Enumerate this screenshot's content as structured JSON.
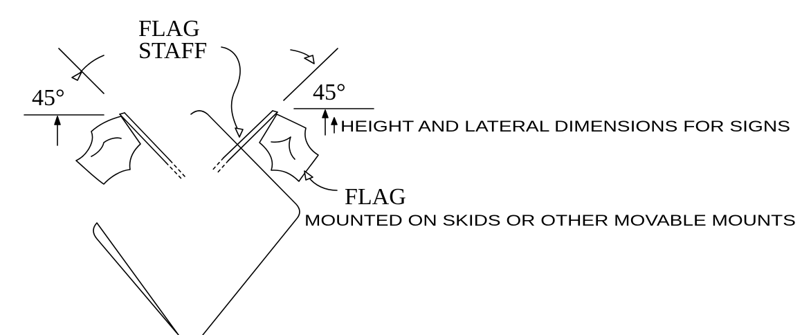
{
  "labels": {
    "flag_staff_line1": "FLAG",
    "flag_staff_line2": "STAFF",
    "angle_left": "45°",
    "angle_right": "45°",
    "flag": "FLAG",
    "note_height": "HEIGHT AND LATERAL DIMENSIONS FOR SIGNS",
    "note_mounted": "MOUNTED ON SKIDS OR OTHER MOVABLE MOUNTS"
  }
}
